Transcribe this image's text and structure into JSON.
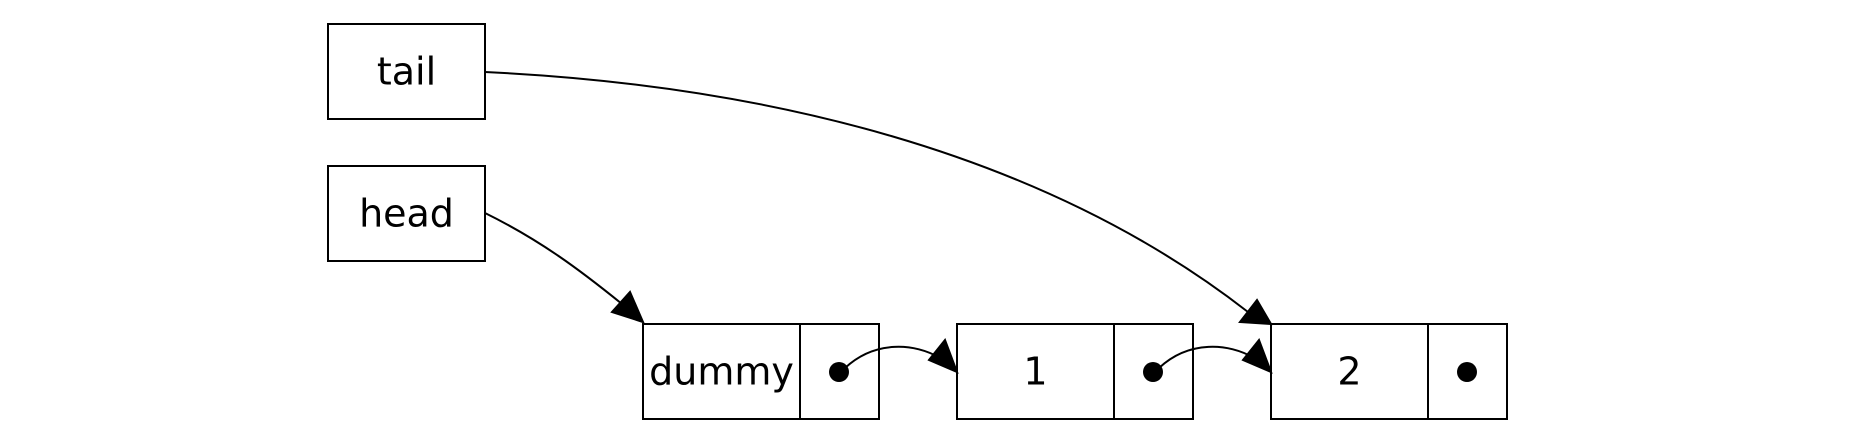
{
  "pointers": [
    {
      "label": "tail"
    },
    {
      "label": "head"
    }
  ],
  "nodes": [
    {
      "value": "dummy"
    },
    {
      "value": "1"
    },
    {
      "value": "2"
    }
  ]
}
